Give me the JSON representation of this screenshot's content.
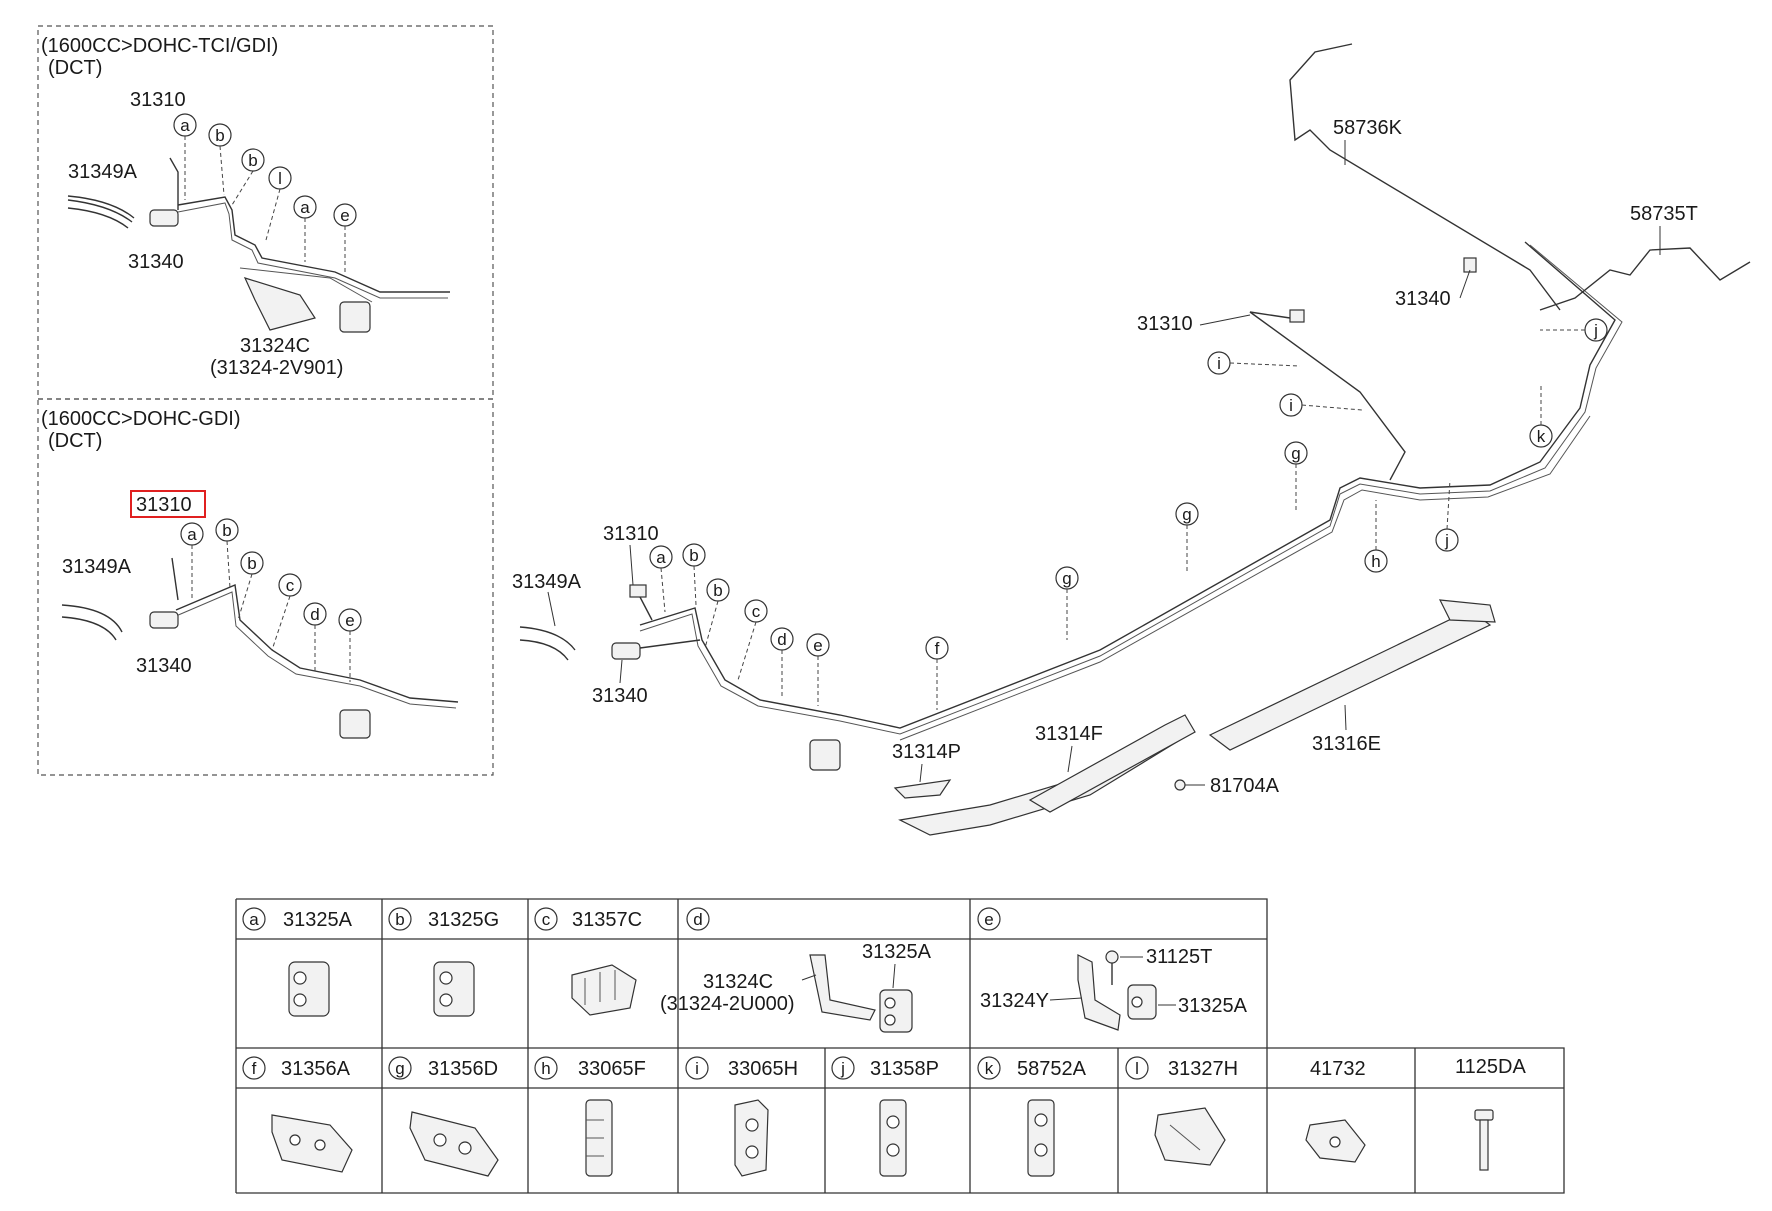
{
  "insets": [
    {
      "title": "(1600CC>DOHC-TCI/GDI)",
      "subtitle": "(DCT)"
    },
    {
      "title": "(1600CC>DOHC-GDI)",
      "subtitle": "(DCT)"
    }
  ],
  "inset1": {
    "part_31310": "31310",
    "part_31349A": "31349A",
    "part_31340": "31340",
    "part_31324C": "31324C",
    "part_31324C_alt": "(31324-2V901)",
    "callouts": [
      "a",
      "b",
      "b",
      "l",
      "a",
      "e"
    ]
  },
  "inset2": {
    "part_31310": "31310",
    "part_31349A": "31349A",
    "part_31340": "31340",
    "callouts": [
      "a",
      "b",
      "b",
      "c",
      "d",
      "e"
    ]
  },
  "main": {
    "part_31310_front": "31310",
    "part_31349A": "31349A",
    "part_31340_front": "31340",
    "part_31314P": "31314P",
    "part_31314F": "31314F",
    "part_31316E": "31316E",
    "part_81704A": "81704A",
    "part_31310_rear": "31310",
    "part_31340_rear": "31340",
    "part_58736K": "58736K",
    "part_58735T": "58735T",
    "callouts_front": [
      "a",
      "b",
      "b",
      "c",
      "d",
      "e",
      "f"
    ],
    "callouts_g": [
      "g",
      "g",
      "g"
    ],
    "callouts_rear": [
      "h",
      "i",
      "i",
      "j",
      "j",
      "k"
    ]
  },
  "legend": {
    "row1": [
      {
        "key": "a",
        "part": "31325A"
      },
      {
        "key": "b",
        "part": "31325G"
      },
      {
        "key": "c",
        "part": "31357C"
      },
      {
        "key": "d",
        "part": ""
      },
      {
        "key": "e",
        "part": ""
      }
    ],
    "d_parts": {
      "bracket": "31324C",
      "bracket_alt": "(31324-2U000)",
      "clip": "31325A"
    },
    "e_parts": {
      "bolt": "31125T",
      "bracket": "31324Y",
      "clip": "31325A"
    },
    "row2": [
      {
        "key": "f",
        "part": "31356A"
      },
      {
        "key": "g",
        "part": "31356D"
      },
      {
        "key": "h",
        "part": "33065F"
      },
      {
        "key": "i",
        "part": "33065H"
      },
      {
        "key": "j",
        "part": "31358P"
      },
      {
        "key": "k",
        "part": "58752A"
      },
      {
        "key": "l",
        "part": "31327H"
      },
      {
        "key": "",
        "part": "41732"
      },
      {
        "key": "",
        "part": "1125DA"
      }
    ]
  },
  "highlight_color": "#e02020"
}
